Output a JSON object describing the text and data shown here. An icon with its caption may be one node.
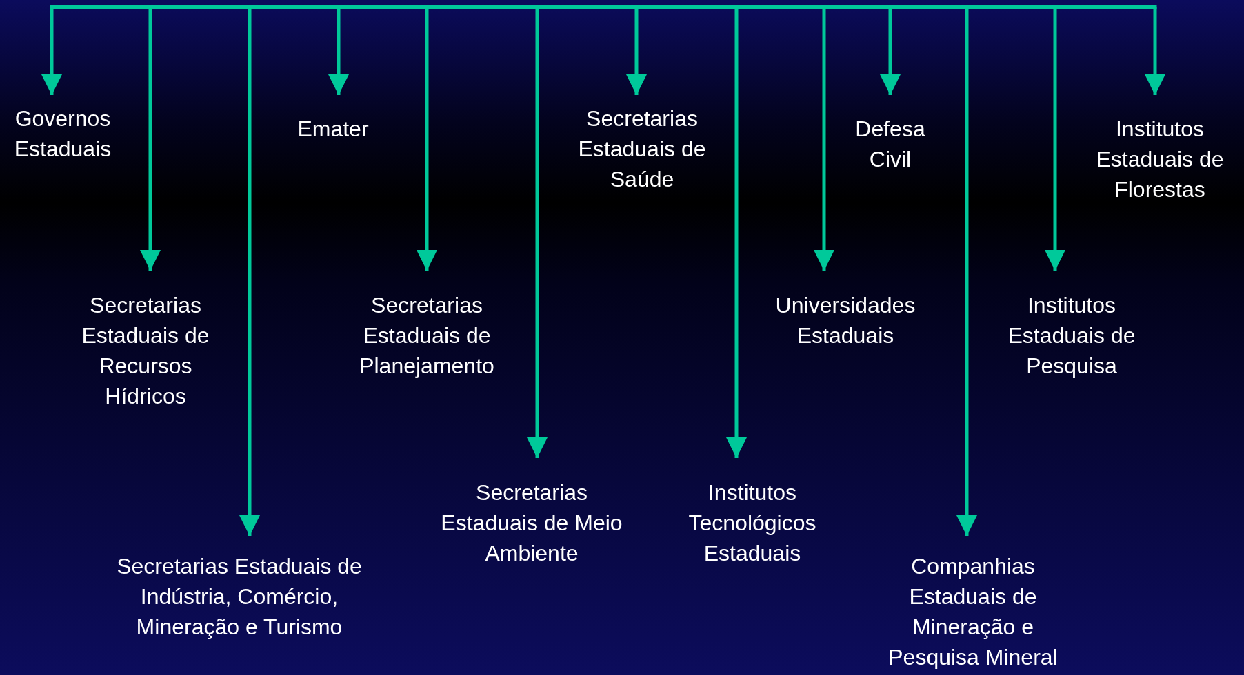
{
  "diagram": {
    "nodes": [
      {
        "text": [
          "Governos Estaduais"
        ]
      },
      {
        "text": [
          "Secretarias Estaduais de Recursos Hídricos"
        ]
      },
      {
        "text": [
          "Secretarias Estaduais de Indústria, Comércio, Mineração e Turismo"
        ]
      },
      {
        "text": [
          "Emater"
        ]
      },
      {
        "text": [
          "Secretarias Estaduais de Planejamento"
        ]
      },
      {
        "text": [
          "Secretarias Estaduais de Meio Ambiente"
        ]
      },
      {
        "text": [
          "Secretarias Estaduais de Saúde"
        ]
      },
      {
        "text": [
          "Institutos Tecnológicos Estaduais"
        ]
      },
      {
        "text": [
          "Universidades Estaduais"
        ]
      },
      {
        "text": [
          "Defesa Civil"
        ]
      },
      {
        "text": [
          "Companhias Estaduais de Mineração e Pesquisa Mineral"
        ]
      },
      {
        "text": [
          "Institutos Estaduais de Pesquisa"
        ]
      },
      {
        "text": [
          "Institutos Estaduais de Florestas"
        ]
      }
    ],
    "edges": [
      {
        "from": null,
        "to": 0,
        "arrow": "to"
      },
      {
        "from": null,
        "to": 1,
        "arrow": "to"
      },
      {
        "from": null,
        "to": 2,
        "arrow": "to"
      },
      {
        "from": null,
        "to": 3,
        "arrow": "to"
      },
      {
        "from": null,
        "to": 4,
        "arrow": "to"
      },
      {
        "from": null,
        "to": 5,
        "arrow": "to"
      },
      {
        "from": null,
        "to": 6,
        "arrow": "to"
      },
      {
        "from": null,
        "to": 7,
        "arrow": "to"
      },
      {
        "from": null,
        "to": 8,
        "arrow": "to"
      },
      {
        "from": null,
        "to": 9,
        "arrow": "to"
      },
      {
        "from": null,
        "to": 10,
        "arrow": "to"
      },
      {
        "from": null,
        "to": 11,
        "arrow": "to"
      },
      {
        "from": null,
        "to": 12,
        "arrow": "to"
      }
    ]
  }
}
